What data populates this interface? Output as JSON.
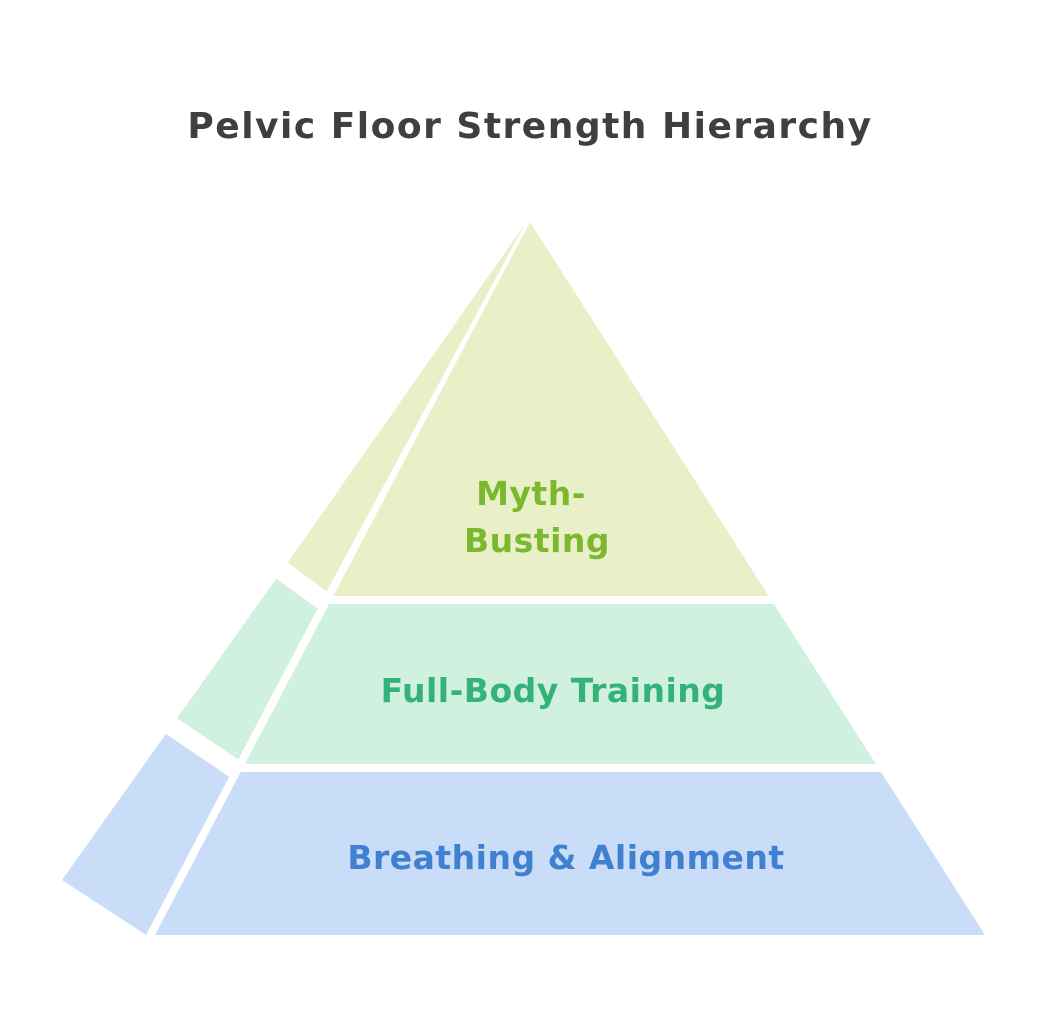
{
  "title": "Pelvic Floor Strength Hierarchy",
  "diagram": {
    "type": "pyramid",
    "orientation": "3d-left-face",
    "background": "#ffffff",
    "title_color": "#3f3f3f",
    "levels": [
      {
        "rank": 1,
        "position": "top",
        "label": "Myth-Busting",
        "lines": [
          "Myth-",
          "Busting"
        ],
        "fill": "#e9f0c8",
        "text_color": "#7cb82f"
      },
      {
        "rank": 2,
        "position": "middle",
        "label": "Full-Body Training",
        "lines": [
          "Full-Body Training"
        ],
        "fill": "#d0f0e0",
        "text_color": "#34b378"
      },
      {
        "rank": 3,
        "position": "bottom",
        "label": "Breathing & Alignment",
        "lines": [
          "Breathing & Alignment"
        ],
        "fill": "#c9dcf8",
        "text_color": "#4080d0"
      }
    ]
  }
}
